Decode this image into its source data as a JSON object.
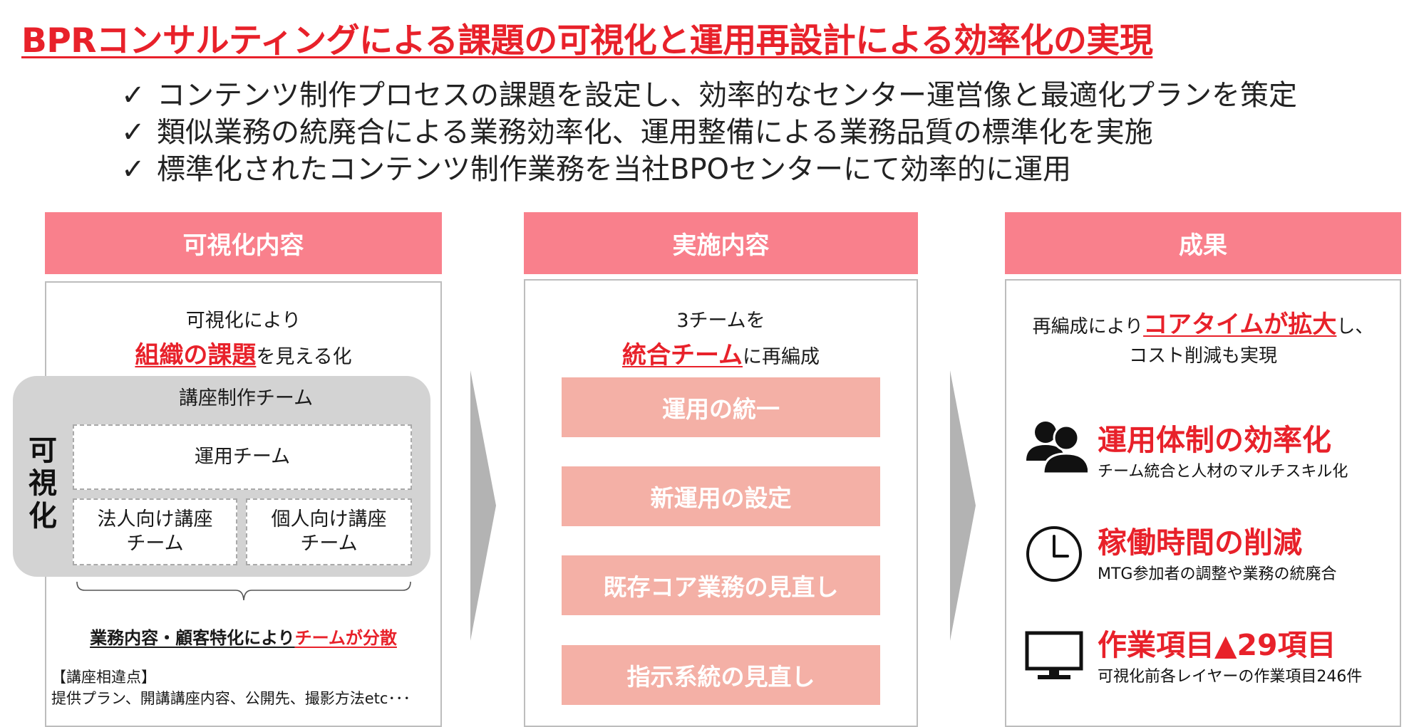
{
  "title": "BPRコンサルティングによる課題の可視化と運用再設計による効率化の実現",
  "bullets": [
    "コンテンツ制作プロセスの課題を設定し、効率的なセンター運営像と最適化プランを策定",
    "類似業務の統廃合による業務効率化、運用整備による業務品質の標準化を実施",
    "標準化されたコンテンツ制作業務を当社BPOセンターにて効率的に運用"
  ],
  "check_glyph": "✓",
  "col1": {
    "header": "可視化内容",
    "lead1": "可視化により",
    "lead2_em": "組織の課題",
    "lead2_rest": "を見える化",
    "group_label": "講座制作チーム",
    "side_label": [
      "可",
      "視",
      "化"
    ],
    "team_top": "運用チーム",
    "team_left": [
      "法人向け講座",
      "チーム"
    ],
    "team_right": [
      "個人向け講座",
      "チーム"
    ],
    "summary_plain": "業務内容・顧客特化により",
    "summary_em": "チームが分散",
    "note_title": "【講座相違点】",
    "note_body": "提供プラン、開講講座内容、公開先、撮影方法etc･･･"
  },
  "col2": {
    "header": "実施内容",
    "lead1": "3チームを",
    "lead2_em": "統合チーム",
    "lead2_rest": "に再編成",
    "buttons": [
      "運用の統一",
      "新運用の設定",
      "既存コア業務の見直し",
      "指示系統の見直し"
    ]
  },
  "col3": {
    "header": "成果",
    "lead1_plain": "再編成により",
    "lead1_em": "コアタイムが拡大",
    "lead1_tail": "し、",
    "lead2": "コスト削減も実現",
    "results": [
      {
        "icon": "people-icon",
        "title": "運用体制の効率化",
        "sub": "チーム統合と人材のマルチスキル化"
      },
      {
        "icon": "clock-icon",
        "title": "稼働時間の削減",
        "sub": "MTG参加者の調整や業務の統廃合"
      },
      {
        "icon": "monitor-icon",
        "title": "作業項目▲29項目",
        "sub": "可視化前各レイヤーの作業項目246件"
      }
    ]
  },
  "colors": {
    "accent_red": "#e8212a",
    "header_pink": "#f9808c",
    "button_pink": "#f4b0a6",
    "arrow_grey": "#b3b3b3"
  }
}
